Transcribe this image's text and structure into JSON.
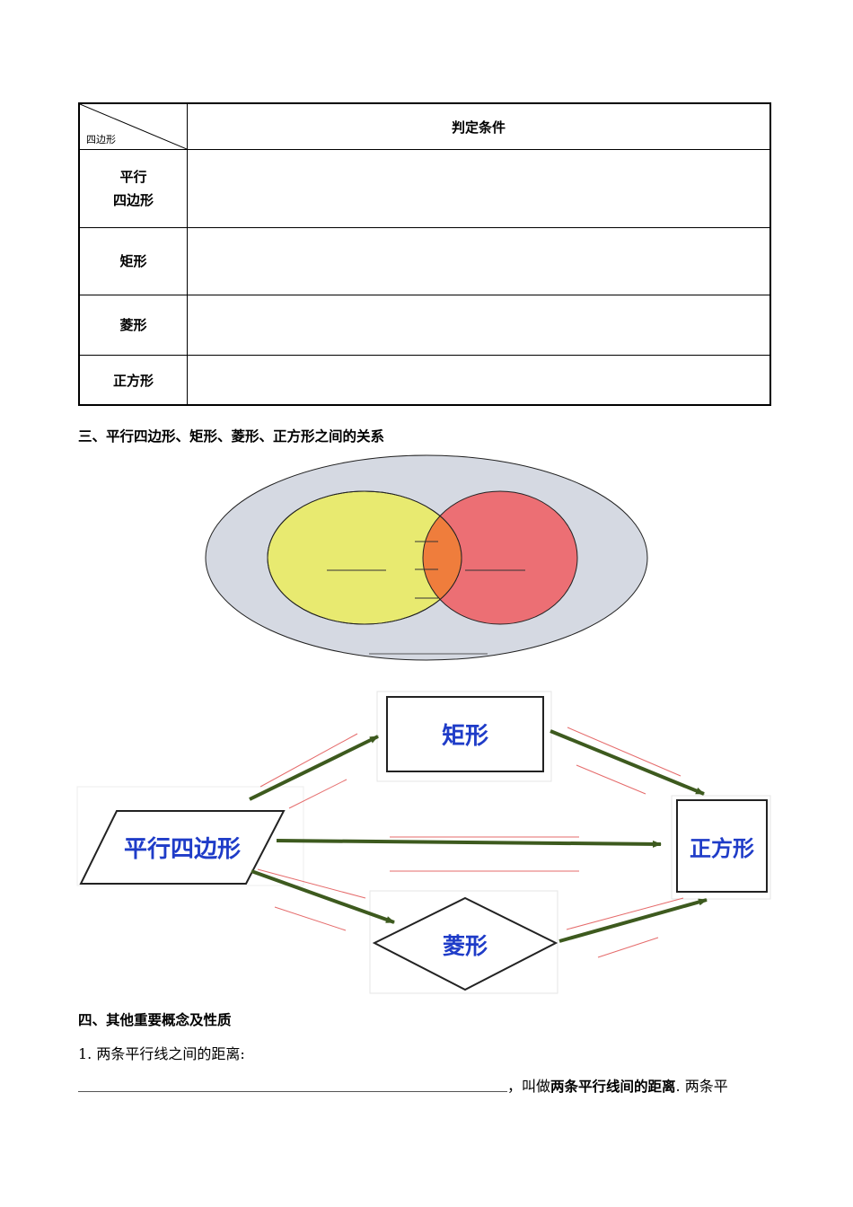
{
  "table": {
    "diag_label": "四边形",
    "header": "判定条件",
    "rows": [
      {
        "label": "平行\n四边形",
        "content": ""
      },
      {
        "label": "矩形",
        "content": ""
      },
      {
        "label": "菱形",
        "content": ""
      },
      {
        "label": "正方形",
        "content": ""
      }
    ]
  },
  "section3": {
    "heading": "三、平行四边形、矩形、菱形、正方形之间的关系"
  },
  "venn": {
    "outer_color": "#d5d9e2",
    "left_color": "#e8ea70",
    "right_color": "#ec6f74",
    "overlap_color": "#ef7d3c"
  },
  "flow": {
    "parallelogram": "平行四边形",
    "rectangle": "矩形",
    "rhombus": "菱形",
    "square": "正方形",
    "label_color": "#1f3cc8",
    "arrow_color": "#3d5a1e",
    "blank_color": "#e56b6b"
  },
  "section4": {
    "heading": "四、其他重要概念及性质",
    "item1_title": "1. 两条平行线之间的距离:",
    "item1_suffix_comma": "，叫做",
    "item1_bold": "两条平行线间的距离",
    "item1_tail": ". 两条平"
  }
}
